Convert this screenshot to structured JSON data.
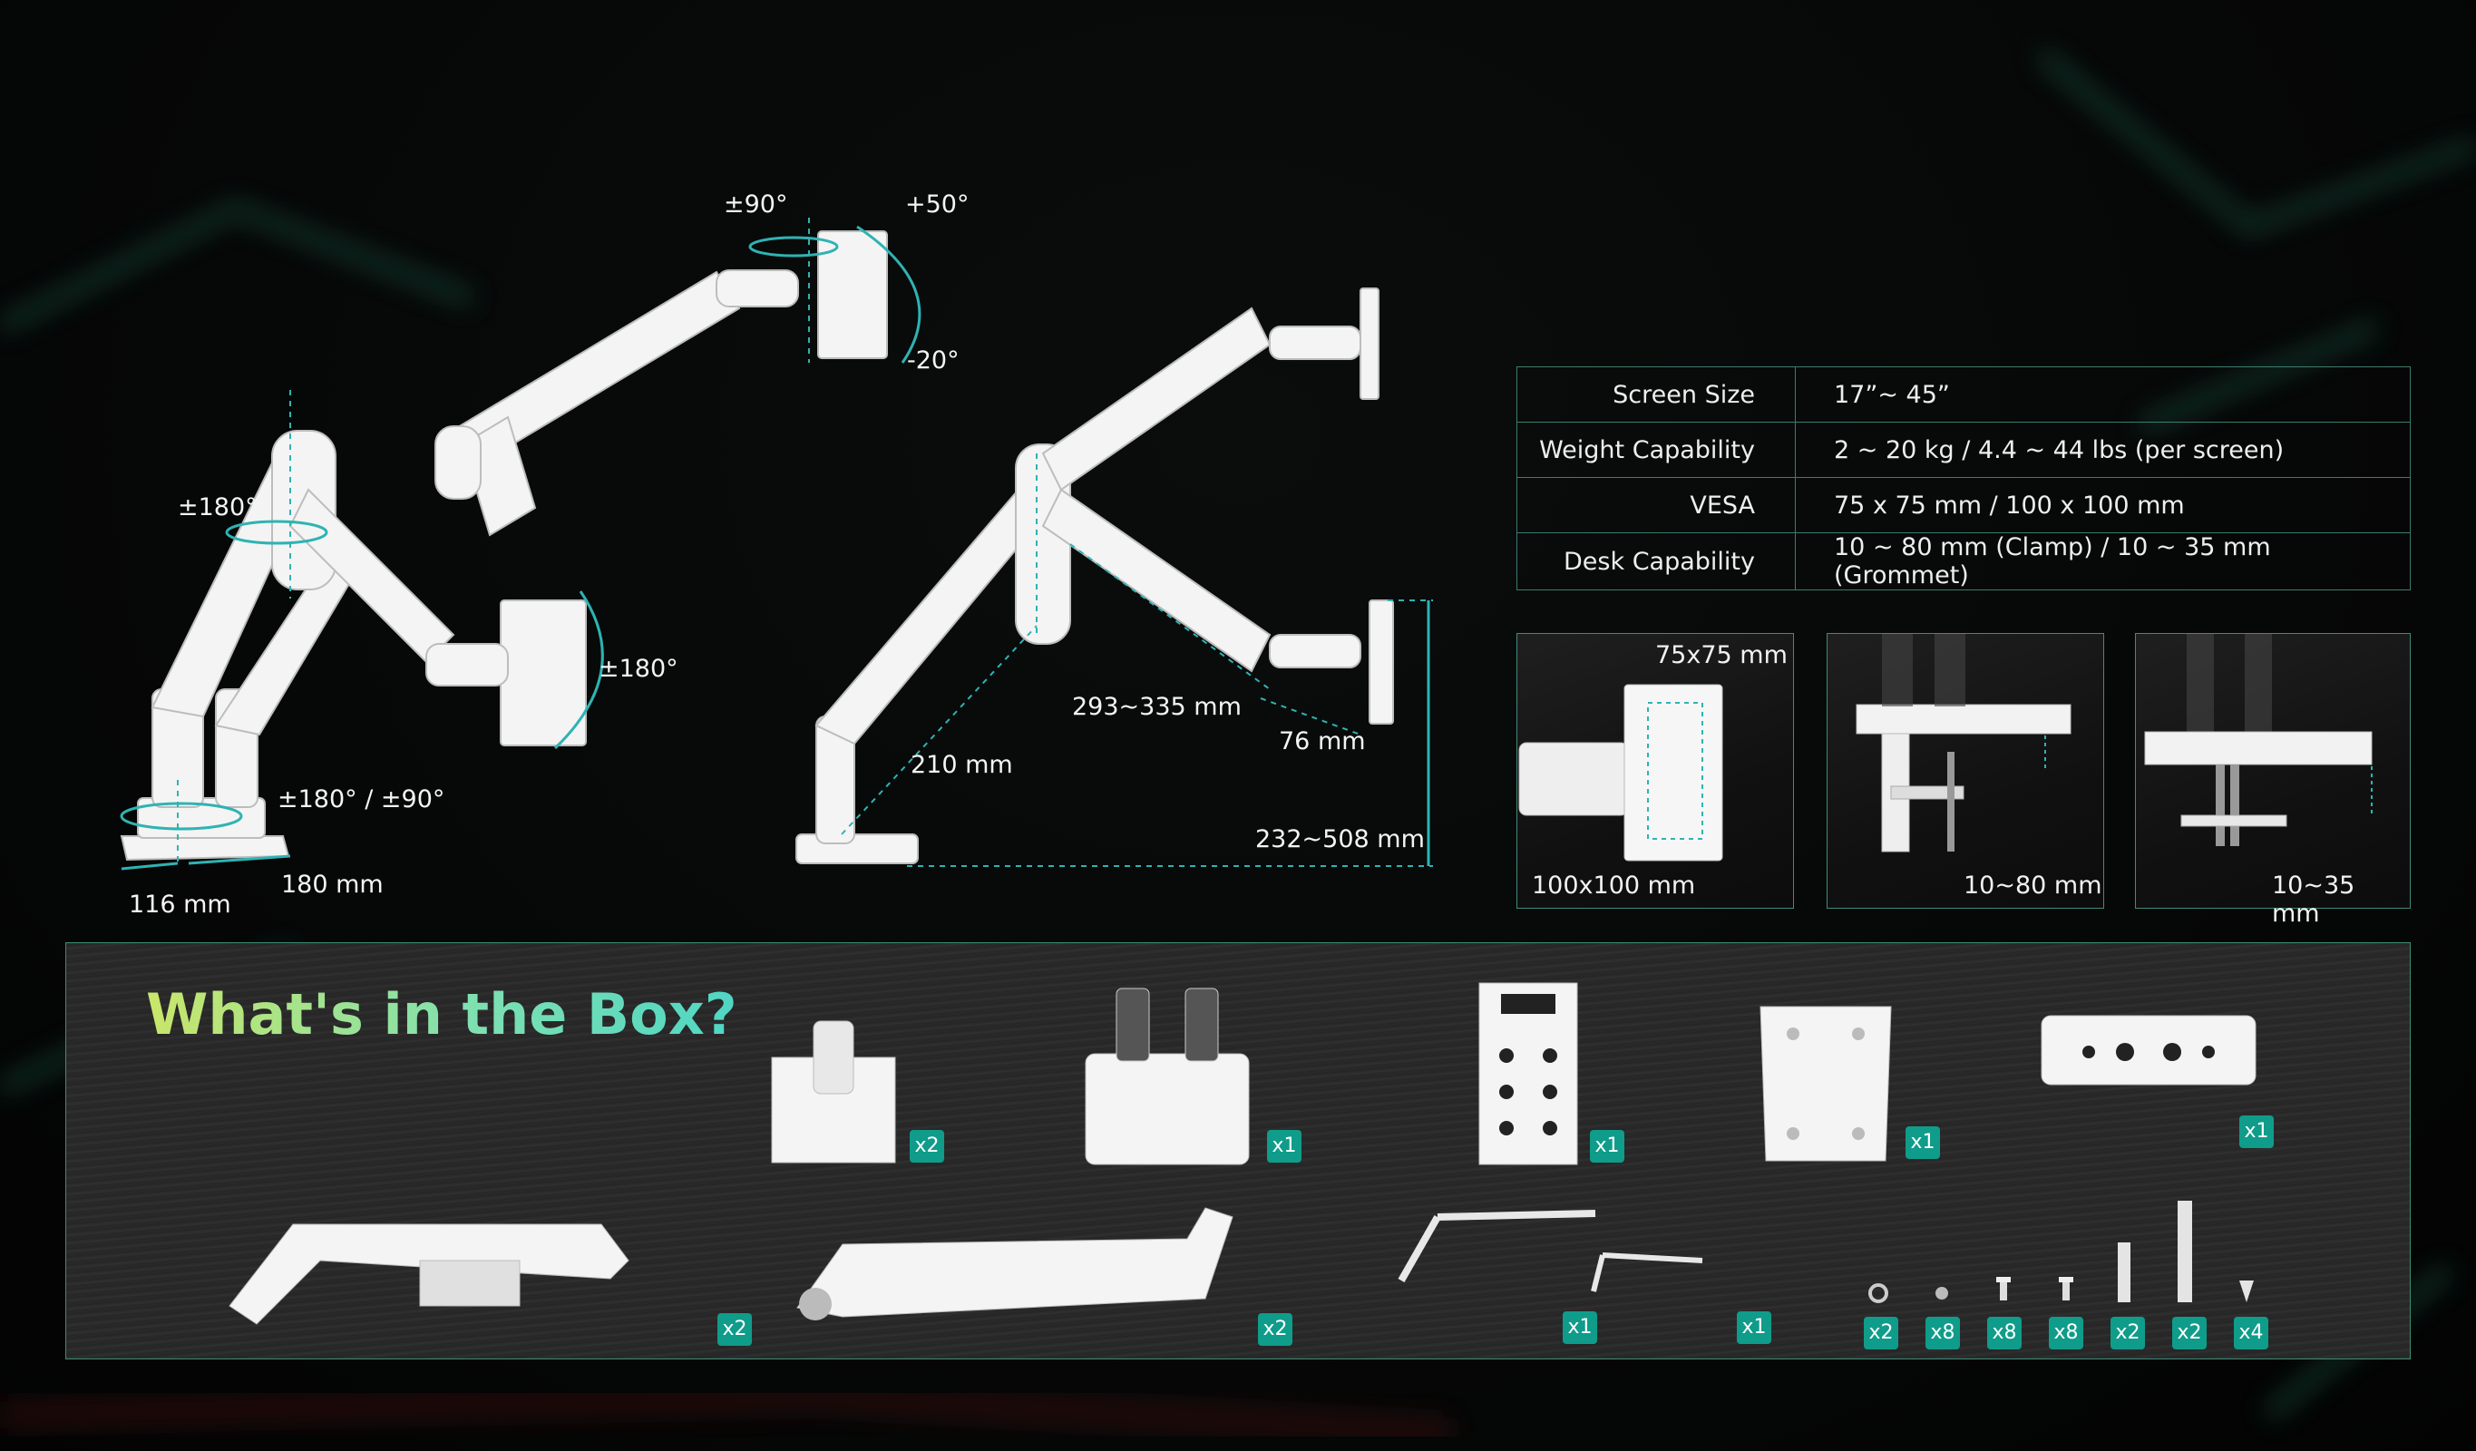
{
  "product_diagram": {
    "left_arm": {
      "tilt_up": "+50°",
      "tilt_down": "-20°",
      "swivel_head": "±90°",
      "rotate_screen": "±180°",
      "arm_rotate": "±180°",
      "base_rotate": "±180° / ±90°",
      "base_depth": "116 mm",
      "base_width": "180 mm"
    },
    "right_arm": {
      "arm_length": "293~335 mm",
      "pole_reach": "210 mm",
      "plate_depth": "76 mm",
      "height_range": "232~508 mm"
    }
  },
  "specs": [
    {
      "label": "Screen Size",
      "value": "17”~ 45”"
    },
    {
      "label": "Weight Capability",
      "value": "2 ~ 20 kg / 4.4 ~ 44 lbs (per screen)"
    },
    {
      "label": "VESA",
      "value": "75 x 75 mm  / 100 x 100 mm"
    },
    {
      "label": "Desk Capability",
      "value": "10 ~ 80 mm (Clamp) / 10 ~ 35 mm (Grommet)"
    }
  ],
  "panels": {
    "vesa": {
      "top": "75x75 mm",
      "bottom": "100x100 mm"
    },
    "clamp": {
      "caption": "10~80 mm"
    },
    "grommet": {
      "caption": "10~35 mm"
    }
  },
  "box": {
    "title": "What's in the Box?",
    "row1": [
      {
        "name": "vesa-plate",
        "qty": "x2"
      },
      {
        "name": "base",
        "qty": "x1"
      },
      {
        "name": "clamp-bracket",
        "qty": "x1"
      },
      {
        "name": "clamp-plate",
        "qty": "x1"
      },
      {
        "name": "grommet-plate",
        "qty": "x1"
      }
    ],
    "row2": [
      {
        "name": "gas-spring-arm",
        "qty": "x2"
      },
      {
        "name": "lower-arm",
        "qty": "x2"
      },
      {
        "name": "large-hex-key",
        "qty": "x1"
      },
      {
        "name": "small-hex-key",
        "qty": "x1"
      }
    ],
    "screws": [
      "x2",
      "x8",
      "x8",
      "x8",
      "x2",
      "x2",
      "x4"
    ]
  },
  "colors": {
    "accent": "#0f9c8a",
    "table_border": "#3c7d6e",
    "dim_line": "#2fb3b3"
  }
}
